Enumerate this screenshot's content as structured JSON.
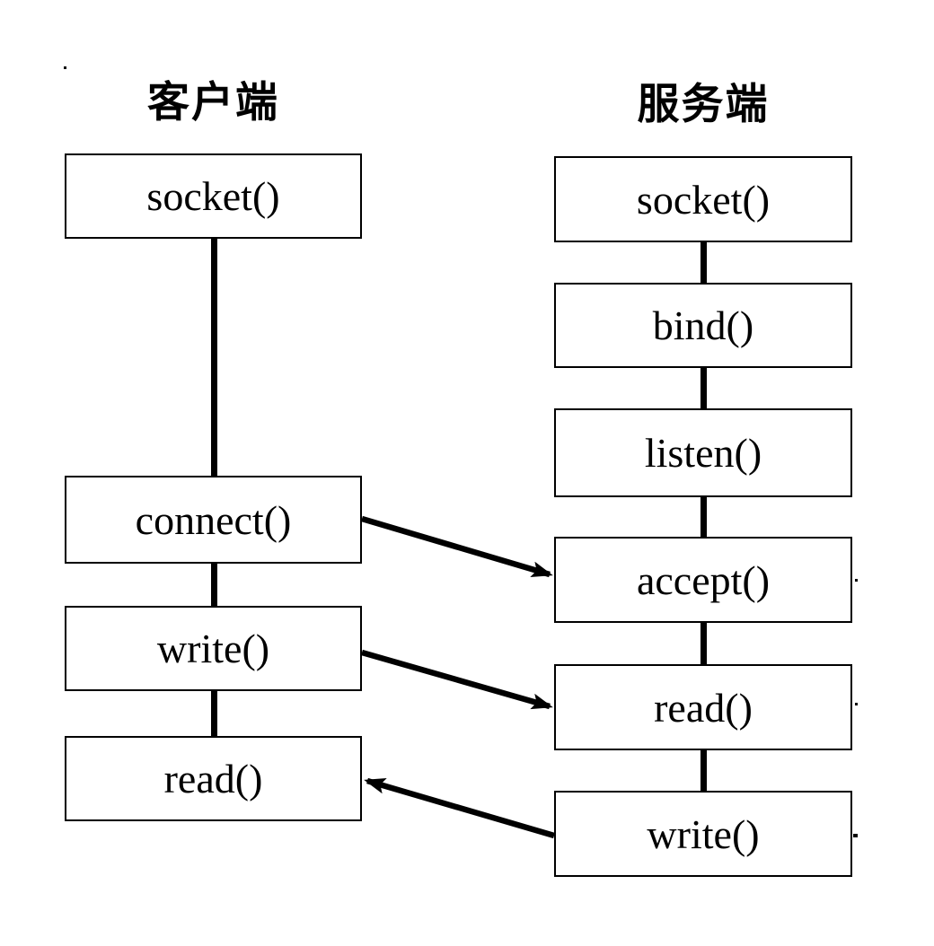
{
  "client": {
    "title": "客户端",
    "boxes": [
      {
        "label": "socket()"
      },
      {
        "label": "connect()"
      },
      {
        "label": "write()"
      },
      {
        "label": "read()"
      }
    ]
  },
  "server": {
    "title": "服务端",
    "boxes": [
      {
        "label": "socket()"
      },
      {
        "label": "bind()"
      },
      {
        "label": "listen()"
      },
      {
        "label": "accept()"
      },
      {
        "label": "read()"
      },
      {
        "label": "write()"
      }
    ]
  },
  "arrows": [
    {
      "from": "client connect()",
      "to": "server accept()"
    },
    {
      "from": "client write()",
      "to": "server read()"
    },
    {
      "from": "server write()",
      "to": "client read()"
    }
  ],
  "colors": {
    "line": "#000000",
    "box_border": "#000000",
    "background": "#ffffff",
    "text": "#000000"
  }
}
